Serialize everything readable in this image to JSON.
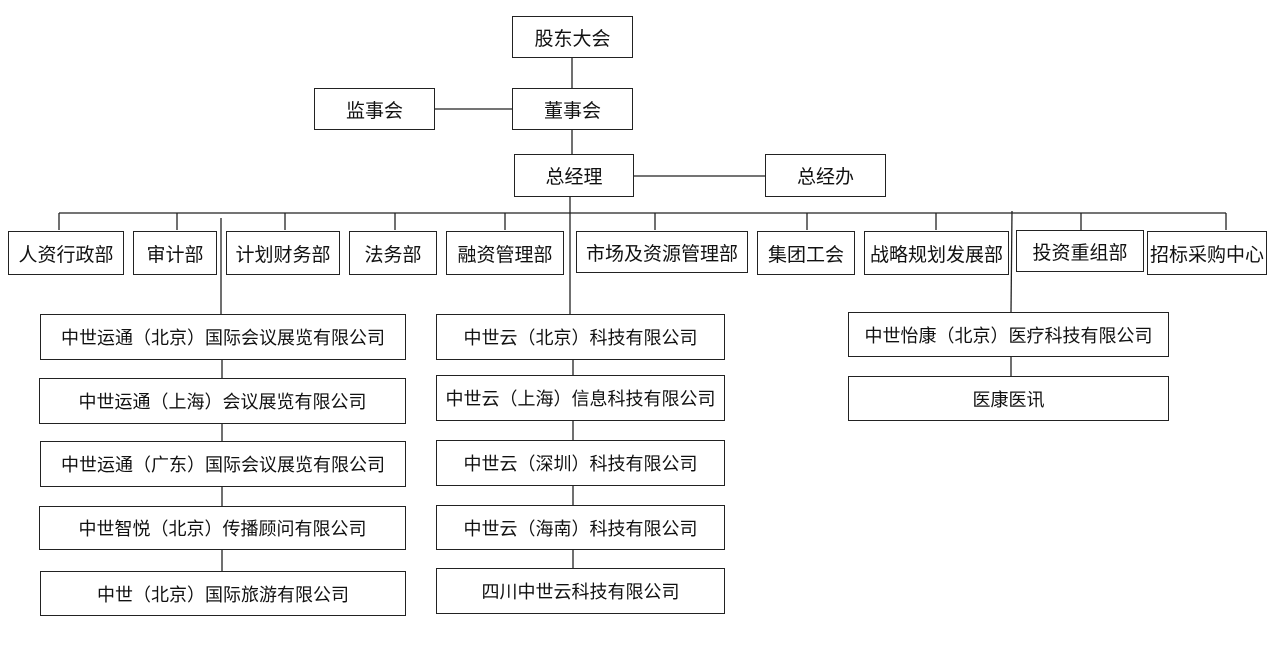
{
  "org": {
    "shareholders": "股东大会",
    "board": "董事会",
    "supervisors": "监事会",
    "general_manager": "总经理",
    "gm_office": "总经办",
    "departments": [
      "人资行政部",
      "审计部",
      "计划财务部",
      "法务部",
      "融资管理部",
      "市场及资源管理部",
      "集团工会",
      "战略规划发展部",
      "投资重组部",
      "招标采购中心"
    ],
    "subsidiaries_left": [
      "中世运通（北京）国际会议展览有限公司",
      "中世运通（上海）会议展览有限公司",
      "中世运通（广东）国际会议展览有限公司",
      "中世智悦（北京）传播顾问有限公司",
      "中世（北京）国际旅游有限公司"
    ],
    "subsidiaries_center": [
      "中世云（北京）科技有限公司",
      "中世云（上海）信息科技有限公司",
      "中世云（深圳）科技有限公司",
      "中世云（海南）科技有限公司",
      "四川中世云科技有限公司"
    ],
    "subsidiaries_right": [
      "中世怡康（北京）医疗科技有限公司",
      "医康医讯"
    ]
  }
}
